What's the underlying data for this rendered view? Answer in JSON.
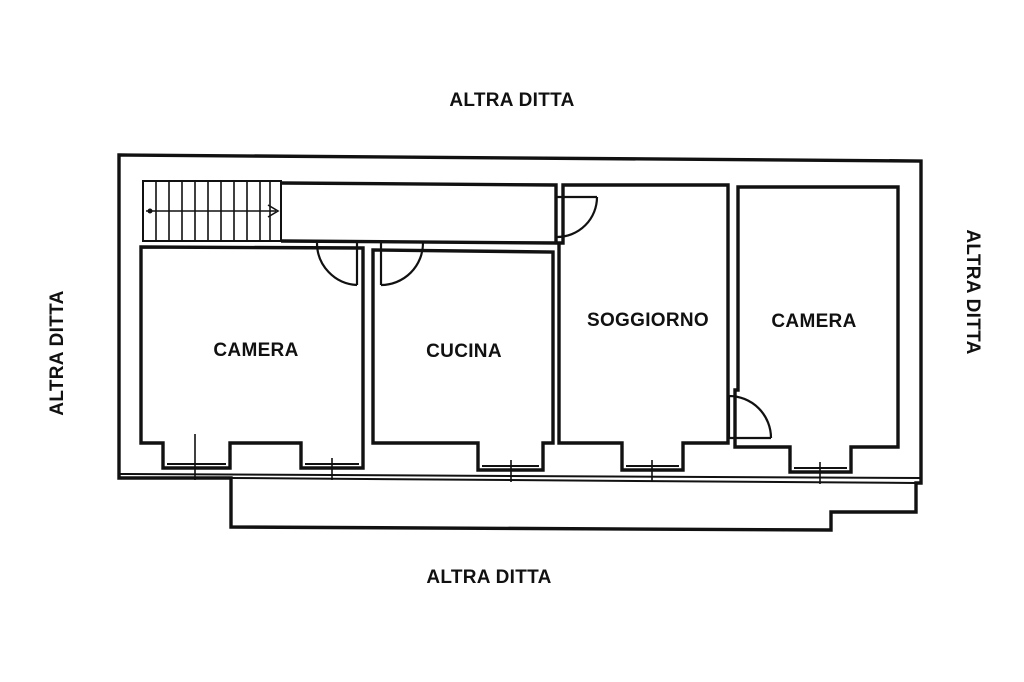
{
  "neighbors": {
    "top": "ALTRA DITTA",
    "bottom": "ALTRA DITTA",
    "left": "ALTRA DITTA",
    "right": "ALTRA DITTA"
  },
  "rooms": {
    "camera_left": "CAMERA",
    "cucina": "CUCINA",
    "soggiorno": "SOGGIORNO",
    "camera_right": "CAMERA"
  },
  "colors": {
    "line": "#111111",
    "background": "#ffffff"
  }
}
